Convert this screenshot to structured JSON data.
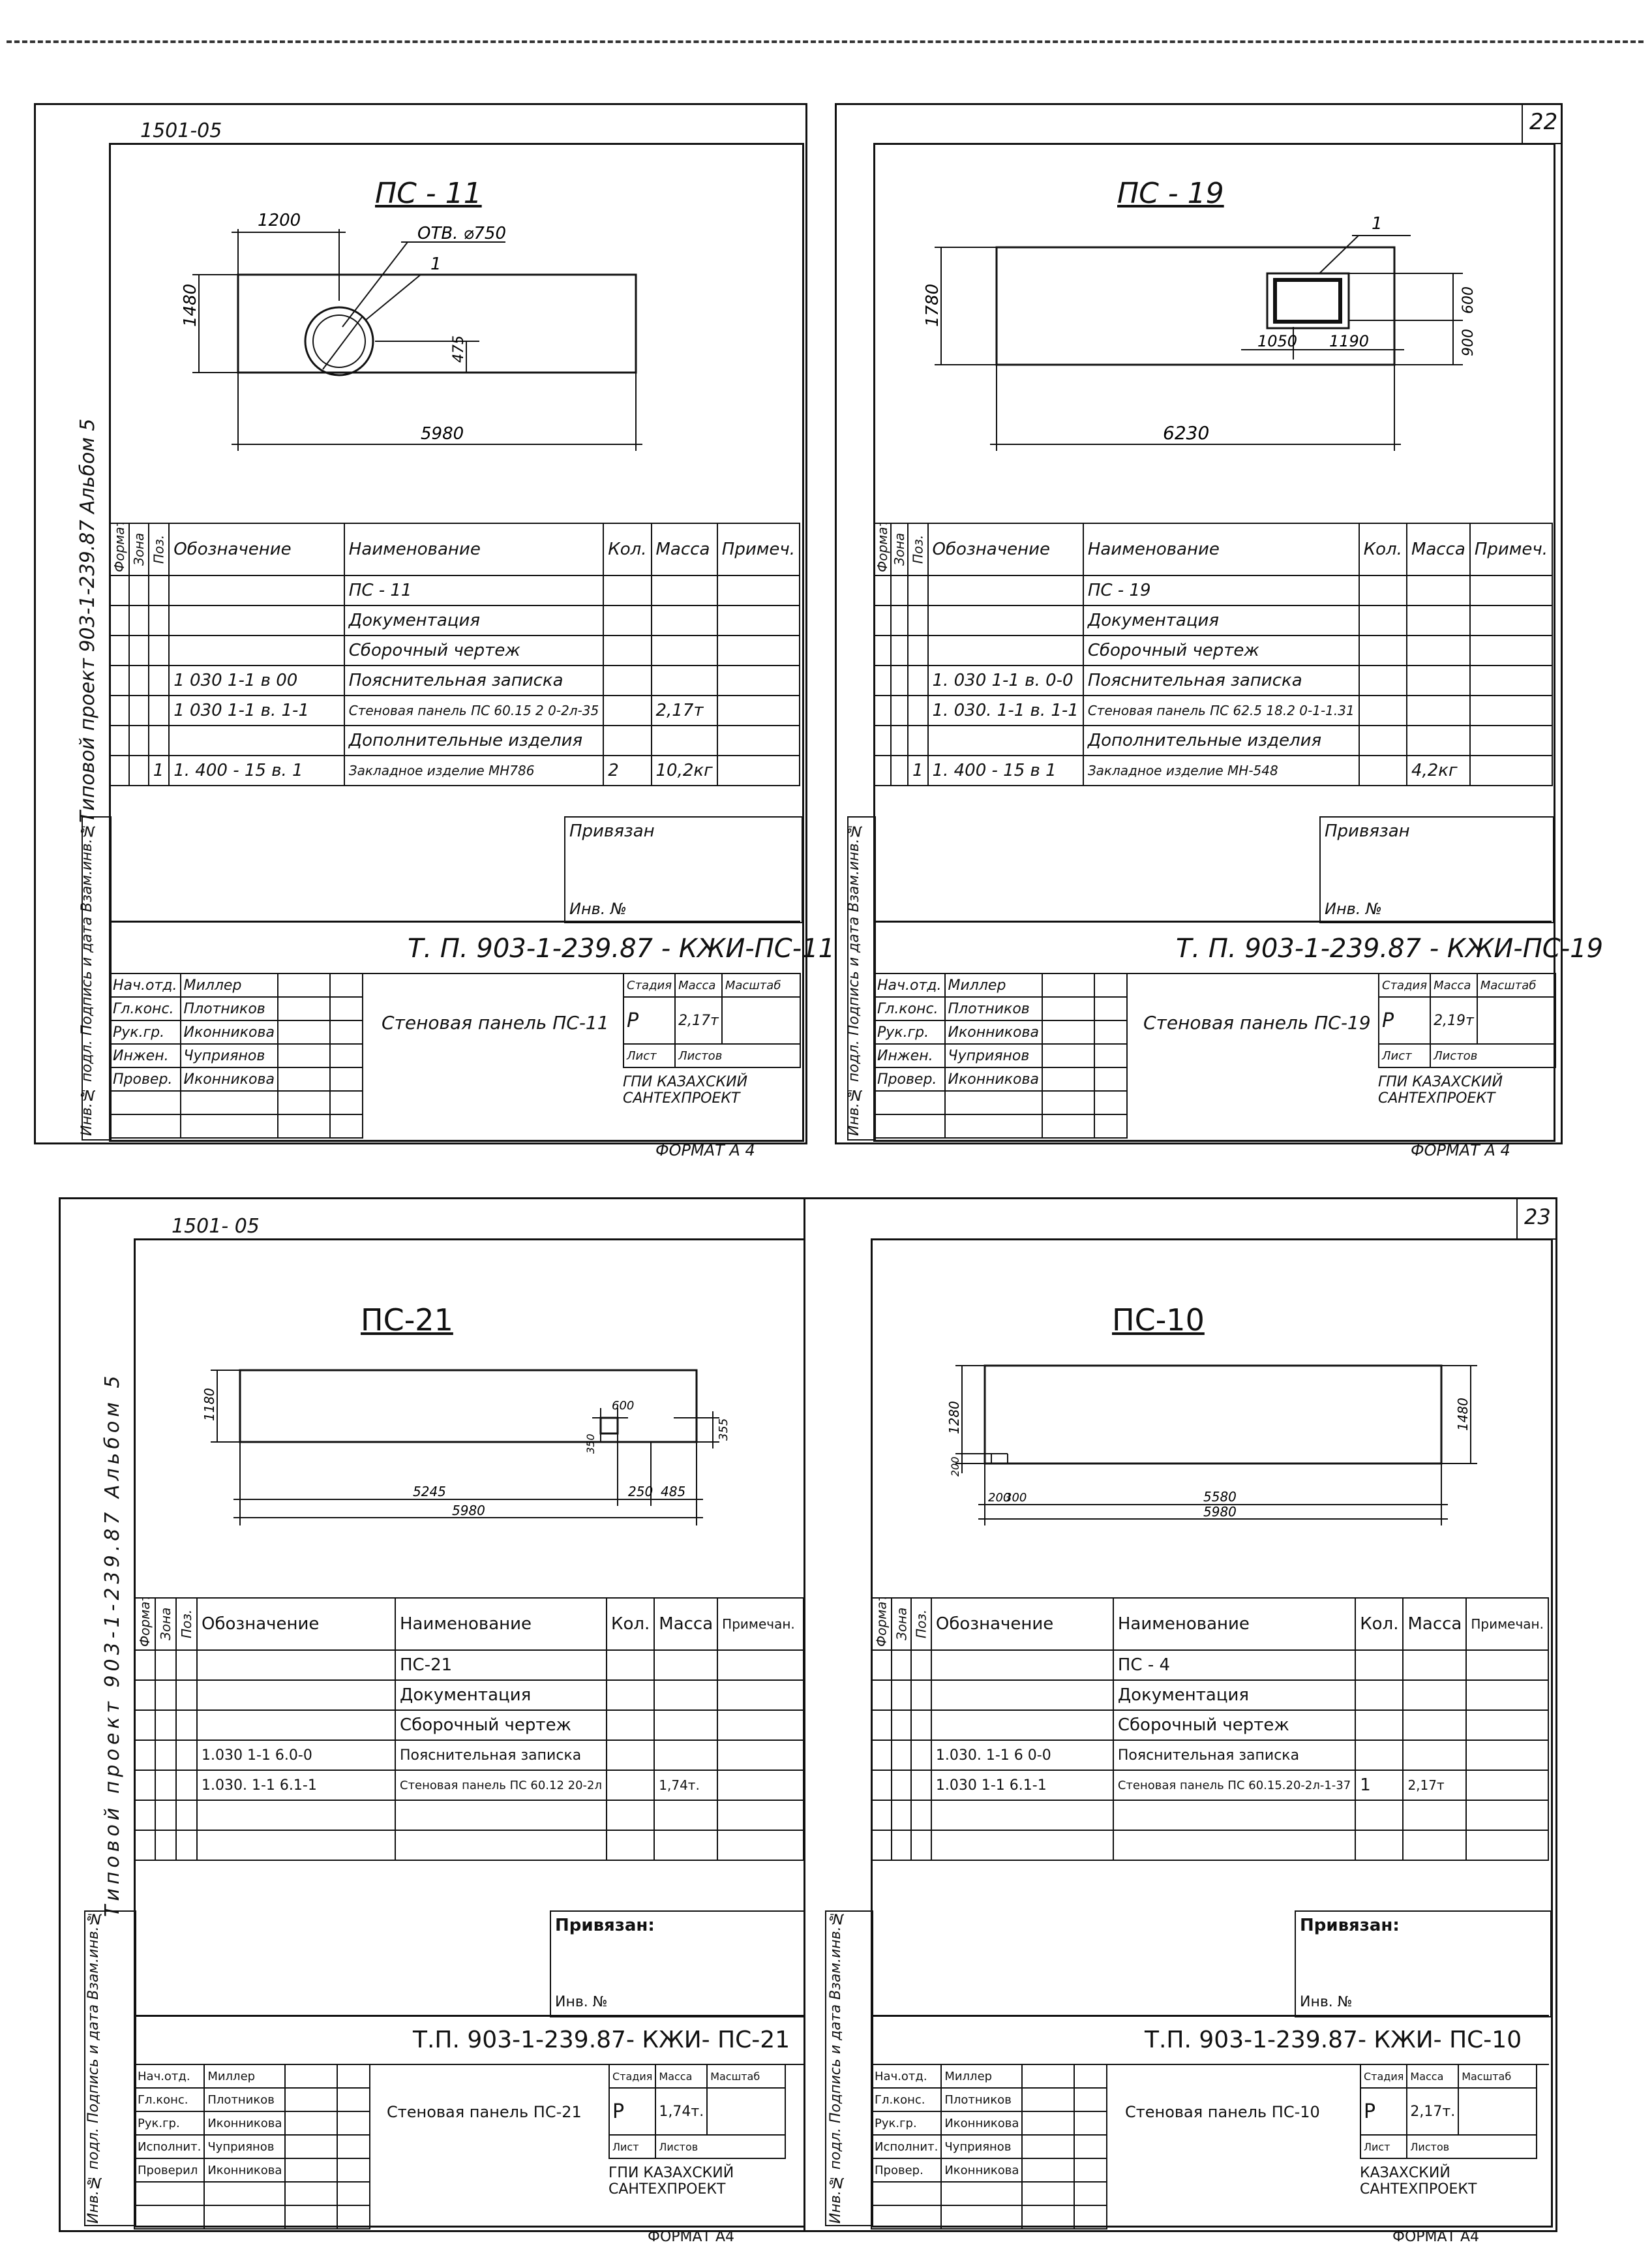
{
  "page_top_dashes": "— — — — — — — — — — — — — — — — — — — — —",
  "sheets": [
    {
      "id": "ps-11",
      "series": "1501-05",
      "page_number": "",
      "title": "ПС - 11",
      "dims": {
        "d1": "1200",
        "d2": "ОТВ. ⌀750",
        "d3": "1",
        "d4": "1480",
        "d5": "475",
        "d6": "5980"
      },
      "sidebar": "Типовой проект 903-1-239.87 Альбом 5",
      "spec_headers": [
        "Формат",
        "Зона",
        "Поз.",
        "Обозначение",
        "Наименование",
        "Кол.",
        "Масса",
        "Примеч."
      ],
      "spec_rows": [
        [
          "",
          "",
          "",
          "",
          "ПС - 11",
          "",
          "",
          ""
        ],
        [
          "",
          "",
          "",
          "",
          "Документация",
          "",
          "",
          ""
        ],
        [
          "",
          "",
          "",
          "",
          "Сборочный чертеж",
          "",
          "",
          ""
        ],
        [
          "",
          "",
          "",
          "1 030 1-1 в 00",
          "Пояснительная записка",
          "",
          "",
          ""
        ],
        [
          "",
          "",
          "",
          "1 030 1-1 в. 1-1",
          "Стеновая панель ПС 60.15 2 0-2л-35",
          "",
          "2,17т",
          ""
        ],
        [
          "",
          "",
          "",
          "",
          "Дополнительные изделия",
          "",
          "",
          ""
        ],
        [
          "",
          "",
          "1",
          "1. 400 - 15 в. 1",
          "Закладное изделие МН786",
          "2",
          "10,2кг",
          ""
        ]
      ],
      "privyazan": "Привязан",
      "inv_no": "Инв. №",
      "doc_code": "Т. П. 903-1-239.87 -   КЖИ-ПС-11",
      "roles": [
        "Нач.отд.",
        "Гл.конс.",
        "Рук.гр.",
        "Инжен.",
        "Провер."
      ],
      "names": [
        "Миллер",
        "Плотников",
        "Иконникова",
        "Чуприянов",
        "Иконникова"
      ],
      "doc_title": "Стеновая панель ПС-11",
      "stadia_label": "Стадия",
      "massa_label": "Масса",
      "masshtab_label": "Масштаб",
      "stadia": "Р",
      "massa": "2,17т",
      "list_label": "Лист",
      "listov_label": "Листов",
      "org": "ГПИ КАЗАХСКИЙ САНТЕХПРОЕКТ",
      "format": "ФОРМАТ А 4",
      "left_strip": "Инв.№ подл. Подпись и дата Взам.инв.№"
    },
    {
      "id": "ps-19",
      "series": "",
      "page_number": "22",
      "title": "ПС - 19",
      "dims": {
        "d1": "1",
        "d2": "1780",
        "d3": "600",
        "d4": "900",
        "d5": "1050",
        "d6": "1190",
        "d7": "6230"
      },
      "sidebar": "",
      "spec_headers": [
        "Формат",
        "Зона",
        "Поз.",
        "Обозначение",
        "Наименование",
        "Кол.",
        "Масса",
        "Примеч."
      ],
      "spec_rows": [
        [
          "",
          "",
          "",
          "",
          "ПС - 19",
          "",
          "",
          ""
        ],
        [
          "",
          "",
          "",
          "",
          "Документация",
          "",
          "",
          ""
        ],
        [
          "",
          "",
          "",
          "",
          "Сборочный чертеж",
          "",
          "",
          ""
        ],
        [
          "",
          "",
          "",
          "1. 030 1-1 в. 0-0",
          "Пояснительная записка",
          "",
          "",
          ""
        ],
        [
          "",
          "",
          "",
          "1. 030. 1-1 в. 1-1",
          "Стеновая панель ПС 62.5 18.2 0-1-1.31",
          "",
          "",
          ""
        ],
        [
          "",
          "",
          "",
          "",
          "Дополнительные изделия",
          "",
          "",
          ""
        ],
        [
          "",
          "",
          "1",
          "1. 400 - 15 в 1",
          "Закладное изделие МН-548",
          "",
          "4,2кг",
          ""
        ]
      ],
      "privyazan": "Привязан",
      "inv_no": "Инв. №",
      "doc_code": "Т. П. 903-1-239.87 -   КЖИ-ПС-19",
      "roles": [
        "Нач.отд.",
        "Гл.конс.",
        "Рук.гр.",
        "Инжен.",
        "Провер."
      ],
      "names": [
        "Миллер",
        "Плотников",
        "Иконникова",
        "Чуприянов",
        "Иконникова"
      ],
      "doc_title": "Стеновая панель ПС-19",
      "stadia_label": "Стадия",
      "massa_label": "Масса",
      "masshtab_label": "Масштаб",
      "stadia": "Р",
      "massa": "2,19т",
      "list_label": "Лист",
      "listov_label": "Листов",
      "org": "ГПИ КАЗАХСКИЙ САНТЕХПРОЕКТ",
      "format": "ФОРМАТ А 4",
      "left_strip": "Инв.№ подл. Подпись и дата Взам.инв.№"
    },
    {
      "id": "ps-21",
      "series": "1501- 05",
      "page_number": "",
      "title": "ПС-21",
      "dims": {
        "d1": "1180",
        "d2": "600",
        "d3": "350",
        "d4": "355",
        "d5": "5245",
        "d6": "250",
        "d7": "485",
        "d8": "5980"
      },
      "sidebar": "Типовой проект 903-1-239.87 Альбом 5",
      "spec_headers": [
        "Формат",
        "Зона",
        "Поз.",
        "Обозначение",
        "Наименование",
        "Кол.",
        "Масса",
        "Примечан."
      ],
      "spec_rows": [
        [
          "",
          "",
          "",
          "",
          "ПС-21",
          "",
          "",
          ""
        ],
        [
          "",
          "",
          "",
          "",
          "Документация",
          "",
          "",
          ""
        ],
        [
          "",
          "",
          "",
          "",
          "Сборочный чертеж",
          "",
          "",
          ""
        ],
        [
          "",
          "",
          "",
          "1.030 1-1   6.0-0",
          "Пояснительная записка",
          "",
          "",
          ""
        ],
        [
          "",
          "",
          "",
          "1.030. 1-1   6.1-1",
          "Стеновая панель ПС 60.12 20-2л",
          "",
          "1,74т.",
          ""
        ],
        [
          "",
          "",
          "",
          "",
          "",
          "",
          "",
          ""
        ],
        [
          "",
          "",
          "",
          "",
          "",
          "",
          "",
          ""
        ]
      ],
      "privyazan": "Привязан:",
      "inv_no": "Инв. №",
      "doc_code": "Т.П. 903-1-239.87- КЖИ- ПС-21",
      "roles": [
        "Нач.отд.",
        "Гл.конс.",
        "Рук.гр.",
        "Исполнит.",
        "Проверил"
      ],
      "names": [
        "Миллер",
        "Плотников",
        "Иконникова",
        "Чуприянов",
        "Иконникова"
      ],
      "doc_title": "Стеновая панель ПС-21",
      "stadia_label": "Стадия",
      "massa_label": "Масса",
      "masshtab_label": "Масштаб",
      "stadia": "Р",
      "massa": "1,74т.",
      "list_label": "Лист",
      "listov_label": "Листов",
      "org": "ГПИ КАЗАХСКИЙ САНТЕХПРОЕКТ",
      "format": "ФОРМАТ А4",
      "left_strip": "Инв.№ подл. Подпись и дата Взам.инв.№"
    },
    {
      "id": "ps-10",
      "series": "",
      "page_number": "23",
      "title": "ПС-10",
      "dims": {
        "d1": "1280",
        "d2": "1480",
        "d3": "200",
        "d4": "200",
        "d5": "300",
        "d6": "5580",
        "d7": "5980"
      },
      "sidebar": "",
      "spec_headers": [
        "Формат",
        "Зона",
        "Поз.",
        "Обозначение",
        "Наименование",
        "Кол.",
        "Масса",
        "Примечан."
      ],
      "spec_rows": [
        [
          "",
          "",
          "",
          "",
          "ПС - 4",
          "",
          "",
          ""
        ],
        [
          "",
          "",
          "",
          "",
          "Документация",
          "",
          "",
          ""
        ],
        [
          "",
          "",
          "",
          "",
          "Сборочный чертеж",
          "",
          "",
          ""
        ],
        [
          "",
          "",
          "",
          "1.030. 1-1   6 0-0",
          "Пояснительная записка",
          "",
          "",
          ""
        ],
        [
          "",
          "",
          "",
          "1.030   1-1   6.1-1",
          "Стеновая панель ПС 60.15.20-2л-1-37",
          "1",
          "2,17т",
          ""
        ],
        [
          "",
          "",
          "",
          "",
          "",
          "",
          "",
          ""
        ],
        [
          "",
          "",
          "",
          "",
          "",
          "",
          "",
          ""
        ]
      ],
      "privyazan": "Привязан:",
      "inv_no": "Инв. №",
      "doc_code": "Т.П. 903-1-239.87- КЖИ- ПС-10",
      "roles": [
        "Нач.отд.",
        "Гл.конс.",
        "Рук.гр.",
        "Исполнит.",
        "Провер."
      ],
      "names": [
        "Миллер",
        "Плотников",
        "Иконникова",
        "Чуприянов",
        "Иконникова"
      ],
      "doc_title": "Стеновая панель ПС-10",
      "stadia_label": "Стадия",
      "massa_label": "Масса",
      "masshtab_label": "Масштаб",
      "stadia": "Р",
      "massa": "2,17т.",
      "list_label": "Лист",
      "listov_label": "Листов",
      "org": "КАЗАХСКИЙ САНТЕХПРОЕКТ",
      "format": "ФОРМАТ А4",
      "left_strip": "Инв.№ подл. Подпись и дата Взам.инв.№"
    }
  ]
}
